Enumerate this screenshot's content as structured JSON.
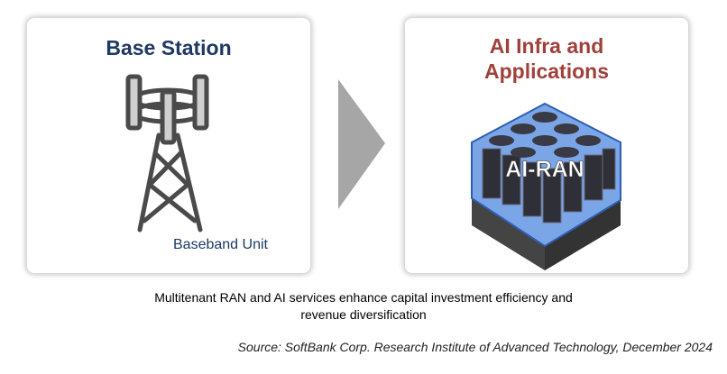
{
  "left_panel": {
    "title": "Base Station",
    "label": "Baseband Unit"
  },
  "right_panel": {
    "title_line1": "AI Infra and",
    "title_line2": "Applications",
    "badge": "AI-RAN"
  },
  "caption": {
    "line1": "Multitenant RAN and AI services enhance capital investment efficiency and",
    "line2": "revenue diversification"
  },
  "source": "Source: SoftBank Corp. Research Institute of Advanced Technology, December 2024",
  "colors": {
    "navy": "#1f3864",
    "red": "#a0403a",
    "arrow": "#a6a6a6",
    "server_blue": "#4a7fd0"
  }
}
